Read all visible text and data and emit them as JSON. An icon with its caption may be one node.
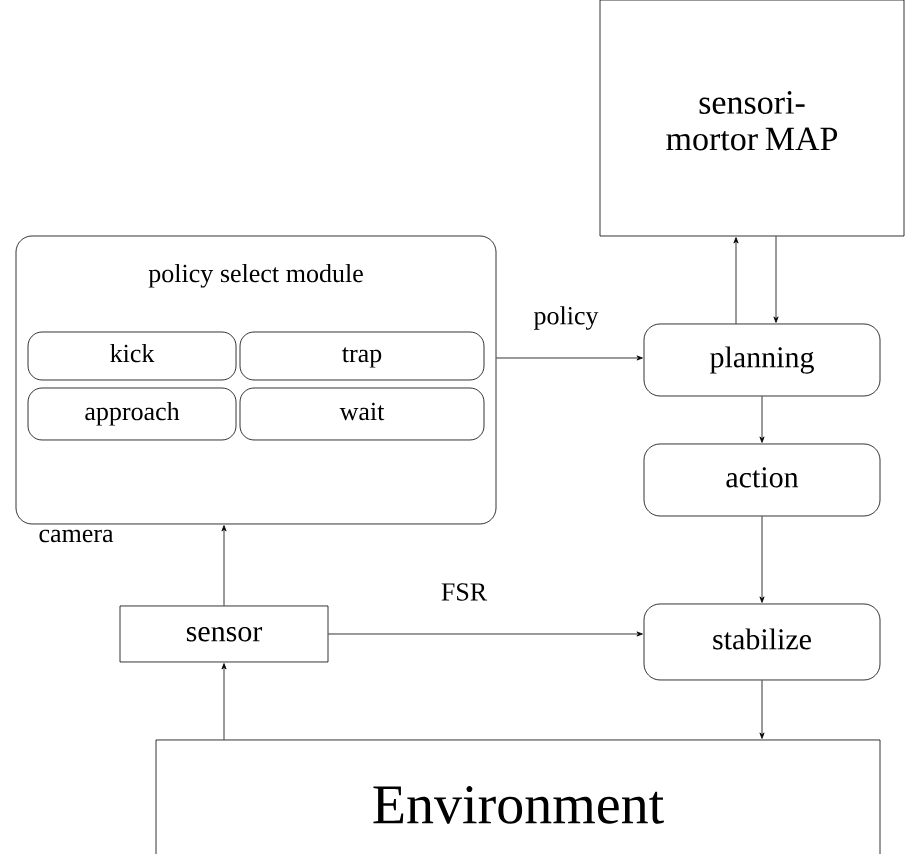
{
  "diagram": {
    "nodes": [
      {
        "text": [
          "sensori-mortor MAP"
        ]
      },
      {
        "text": [
          "policy select module"
        ]
      },
      {
        "text": [
          "kick"
        ],
        "in": 1
      },
      {
        "text": [
          "trap"
        ],
        "in": 1
      },
      {
        "text": [
          "approach"
        ],
        "in": 1
      },
      {
        "text": [
          "wait"
        ],
        "in": 1
      },
      {
        "text": [
          "planning"
        ]
      },
      {
        "text": [
          "action"
        ]
      },
      {
        "text": [
          "sensor"
        ]
      },
      {
        "text": [
          "stabilize"
        ]
      },
      {
        "text": [
          "Environment"
        ]
      }
    ],
    "edges": [
      {
        "from": 6,
        "to": 0,
        "arrow": "to"
      },
      {
        "from": 0,
        "to": 6,
        "arrow": "to"
      },
      {
        "from": 1,
        "to": 6,
        "arrow": "to",
        "label": "policy"
      },
      {
        "from": 6,
        "to": 7,
        "arrow": "to"
      },
      {
        "from": 7,
        "to": 9,
        "arrow": "to"
      },
      {
        "from": 8,
        "to": 9,
        "arrow": "to",
        "label": "FSR"
      },
      {
        "from": 9,
        "to": 10,
        "arrow": "to"
      },
      {
        "from": 10,
        "to": 8,
        "arrow": "to"
      },
      {
        "from": 8,
        "to": 1,
        "arrow": "to",
        "label": "camera"
      }
    ]
  }
}
